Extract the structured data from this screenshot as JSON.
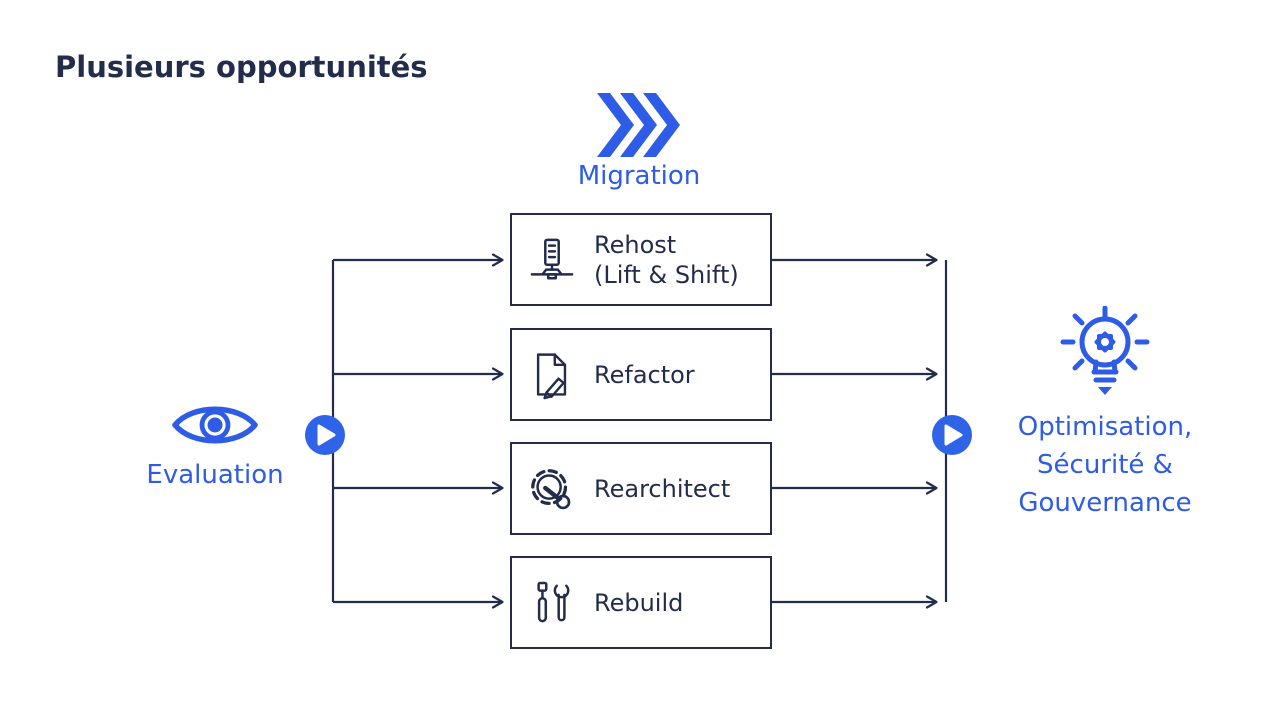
{
  "title": "Plusieurs opportunités",
  "colors": {
    "navy": "#232D4B",
    "blue": "#2E5CE6",
    "circle_blue": "#2F63E8",
    "background": "#FFFFFF"
  },
  "migration": {
    "icon": "triple-chevron-right-icon",
    "label": "Migration"
  },
  "evaluation": {
    "icon": "eye-icon",
    "label": "Evaluation"
  },
  "boxes": [
    {
      "icon": "server-icon",
      "lines": [
        "Rehost",
        "(Lift & Shift)"
      ]
    },
    {
      "icon": "document-edit-icon",
      "lines": [
        "Refactor"
      ]
    },
    {
      "icon": "gear-wrench-icon",
      "lines": [
        "Rearchitect"
      ]
    },
    {
      "icon": "tools-icon",
      "lines": [
        "Rebuild"
      ]
    }
  ],
  "outcome": {
    "icon": "lightbulb-gear-icon",
    "lines": [
      "Optimisation,",
      "Sécurité &",
      "Gouvernance"
    ]
  }
}
